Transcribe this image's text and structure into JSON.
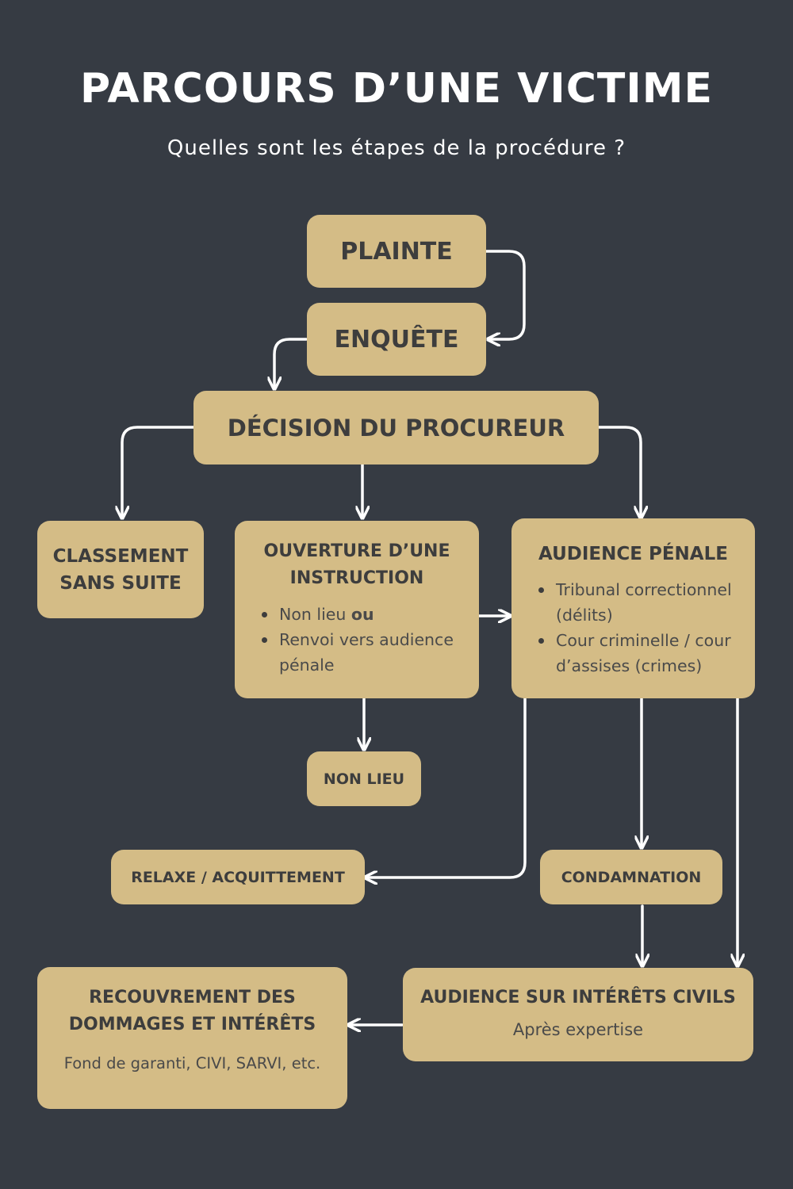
{
  "header": {
    "title": "PARCOURS D’UNE VICTIME",
    "subtitle": "Quelles sont les étapes de la procédure ?"
  },
  "colors": {
    "background": "#363b43",
    "box": "#d4bc86",
    "arrow": "#ffffff",
    "text": "#3d3d3d"
  },
  "nodes": {
    "plainte": "PLAINTE",
    "enquete": "ENQUÊTE",
    "decision": "DÉCISION DU PROCUREUR",
    "classement_line1": "CLASSEMENT",
    "classement_line2": "SANS SUITE",
    "instruction_line1": "OUVERTURE D’UNE",
    "instruction_line2": "INSTRUCTION",
    "instruction_bullet1_text": "Non lieu",
    "instruction_bullet1_bold": "ou",
    "instruction_bullet2_line1": "Renvoi vers audience",
    "instruction_bullet2_line2": "pénale",
    "audience_title": "AUDIENCE PÉNALE",
    "audience_bullet1_line1": "Tribunal correctionnel",
    "audience_bullet1_line2": "(délits)",
    "audience_bullet2_line1": "Cour criminelle / cour",
    "audience_bullet2_line2": "d’assises (crimes)",
    "non_lieu": "NON LIEU",
    "relaxe": "RELAXE / ACQUITTEMENT",
    "condamnation": "CONDAMNATION",
    "interets_title": "AUDIENCE SUR INTÉRÊTS CIVILS",
    "interets_sub": "Après expertise",
    "recouvrement_line1": "RECOUVREMENT DES",
    "recouvrement_line2": "DOMMAGES ET INTÉRÊTS",
    "recouvrement_sub": "Fond de garanti, CIVI, SARVI, etc."
  }
}
